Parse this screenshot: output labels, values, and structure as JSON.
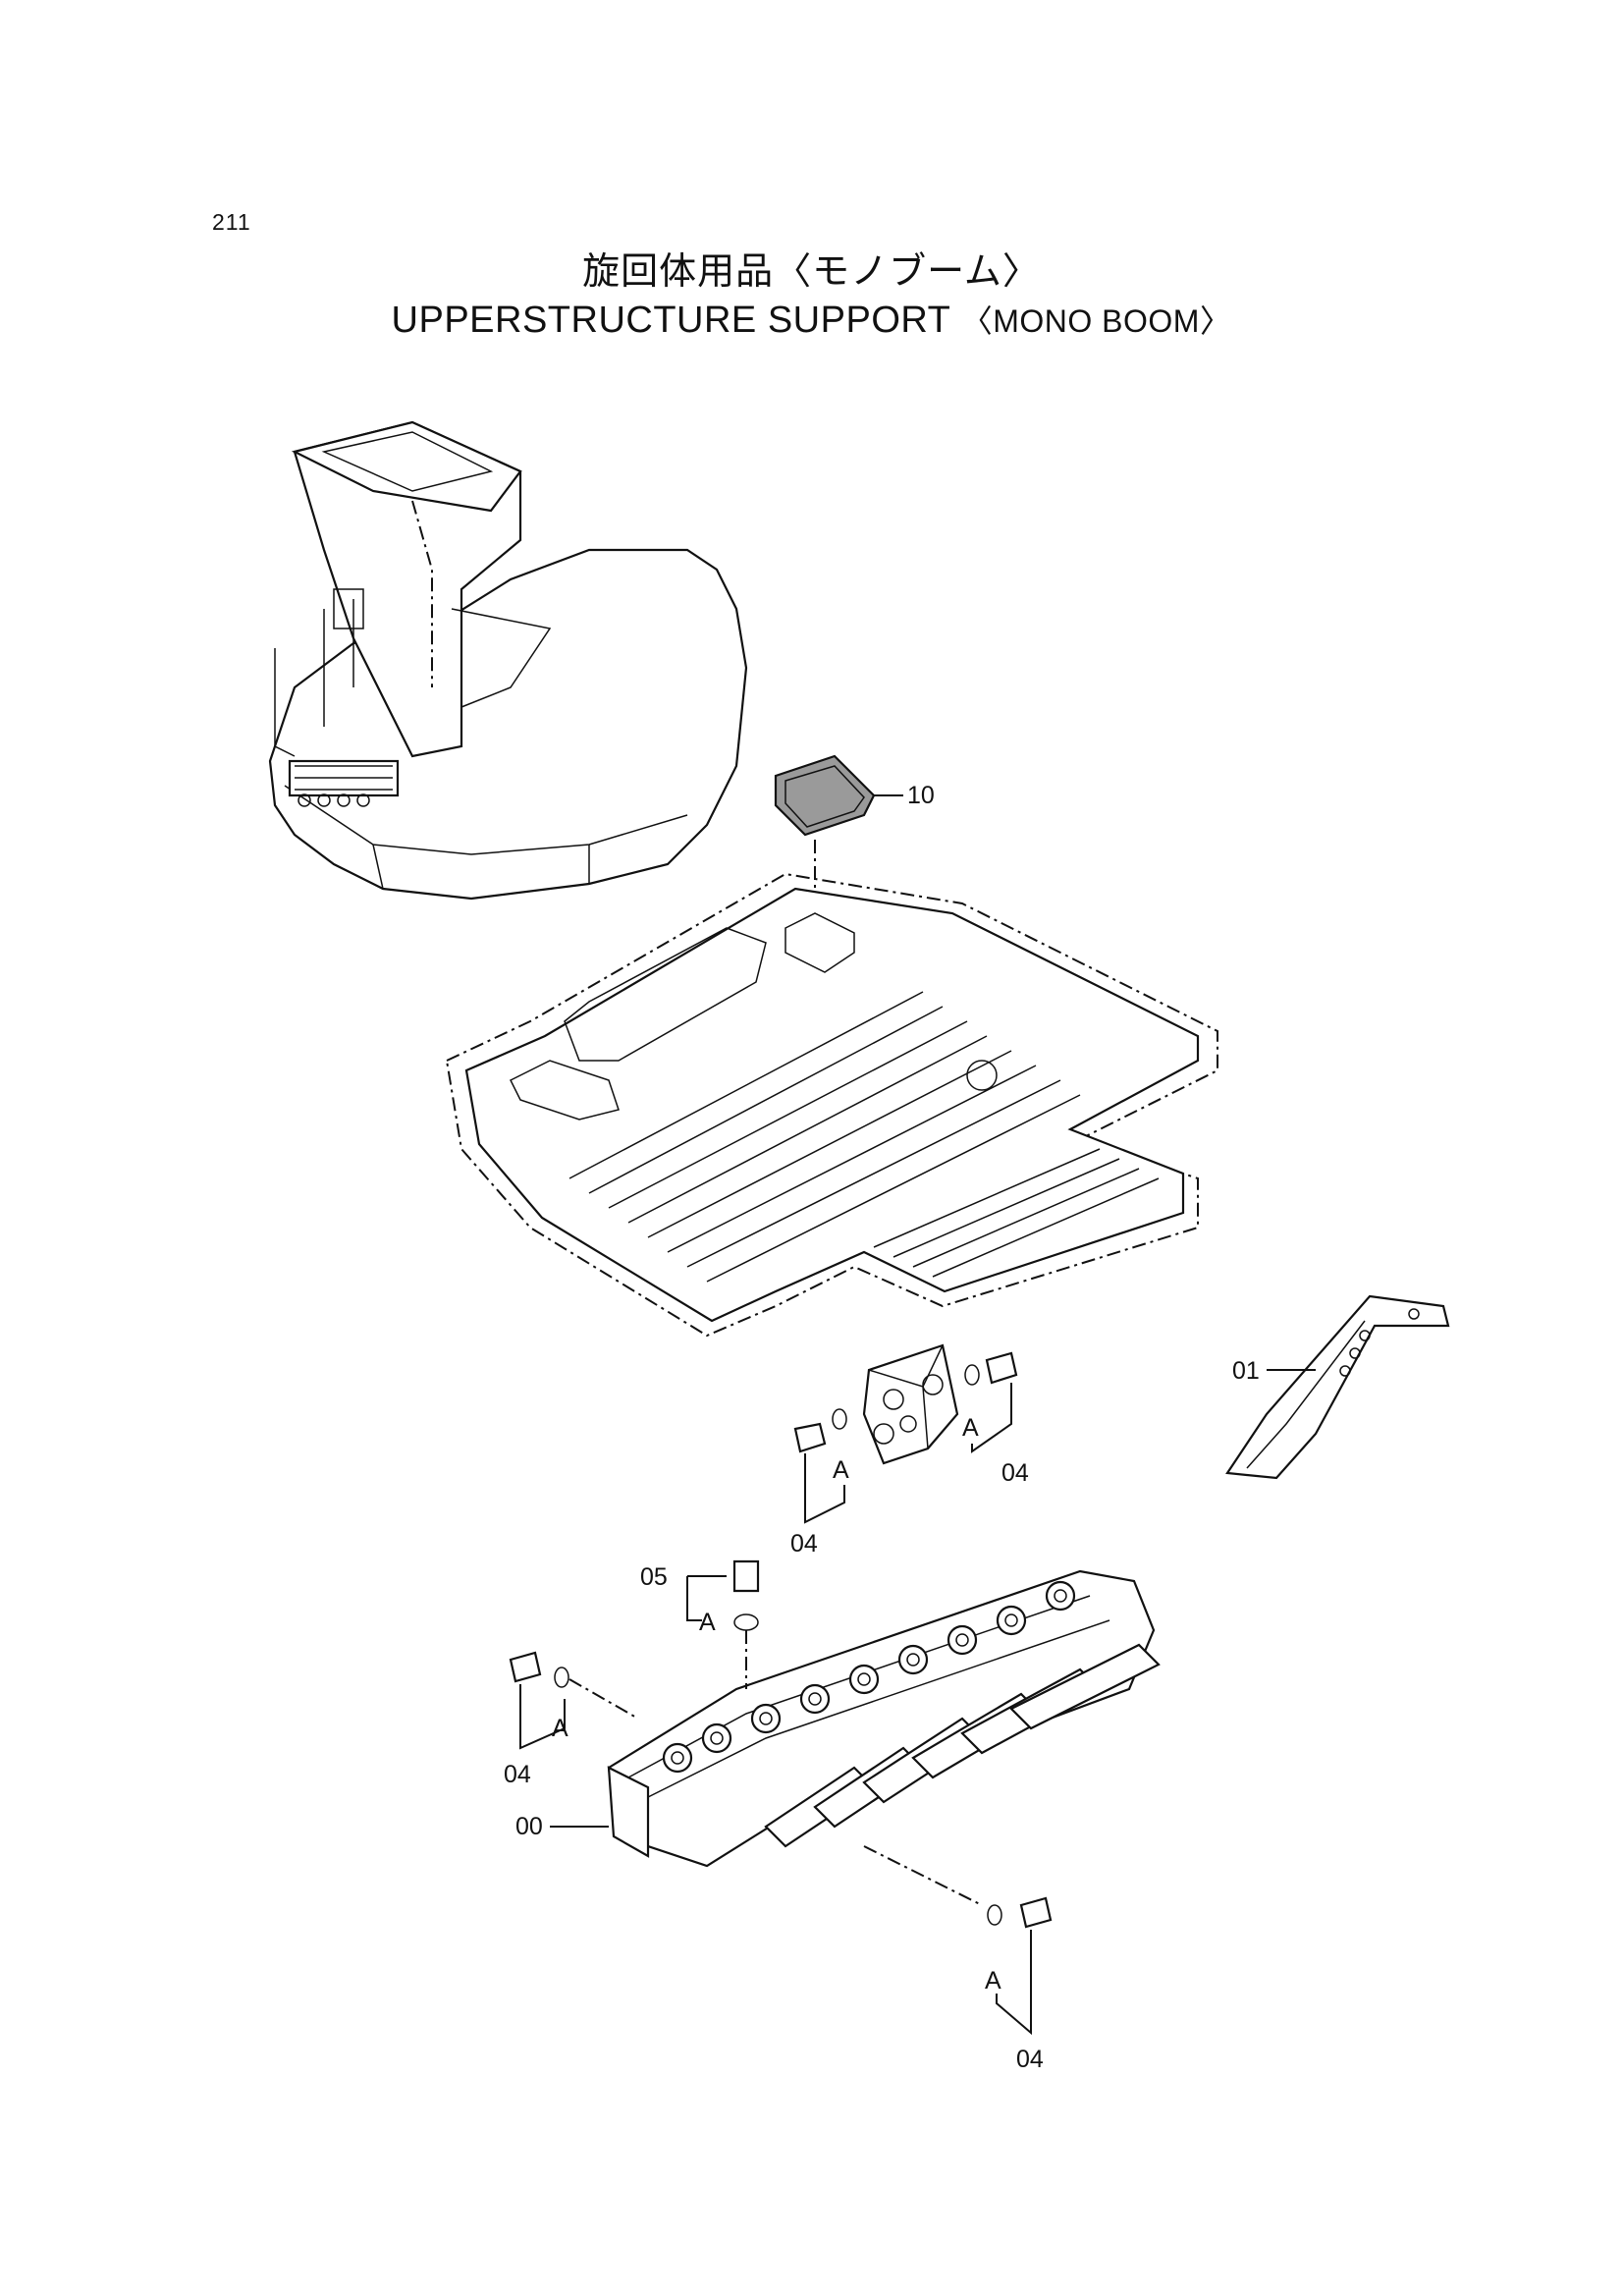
{
  "page_number": "211",
  "title_jp": "旋回体用品〈モノブーム〉",
  "title_en_main": "UPPERSTRUCTURE  SUPPORT",
  "title_en_sub": "〈MONO BOOM〉",
  "callouts": {
    "c10": "10",
    "c01": "01",
    "c04a": "04",
    "c04b": "04",
    "c04c": "04",
    "c04d": "04",
    "c05": "05",
    "c00": "00",
    "ring_a1": "A",
    "ring_a2": "A",
    "ring_a3": "A",
    "ring_a4": "A",
    "ring_a5": "A"
  }
}
